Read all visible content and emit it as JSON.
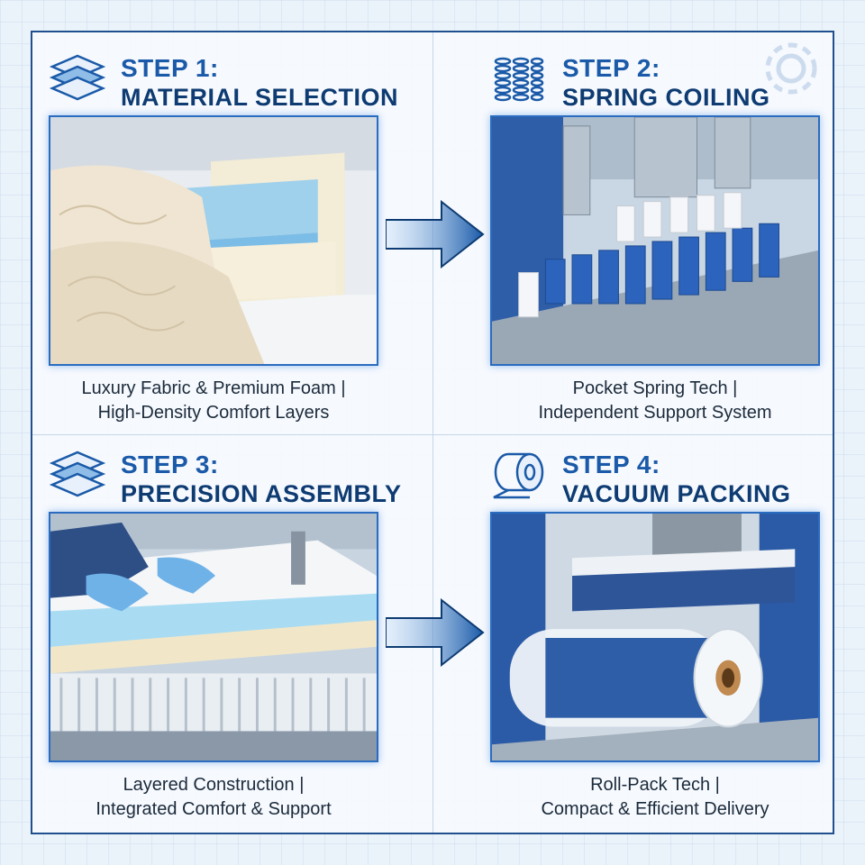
{
  "steps": [
    {
      "step": "STEP 1:",
      "name": "MATERIAL SELECTION",
      "caption_line1": "Luxury Fabric & Premium Foam |",
      "caption_line2": "High-Density Comfort Layers",
      "icon": "layers-icon"
    },
    {
      "step": "STEP 2:",
      "name": "SPRING COILING",
      "caption_line1": "Pocket Spring Tech |",
      "caption_line2": "Independent Support System",
      "icon": "springs-icon"
    },
    {
      "step": "STEP 3:",
      "name": "PRECISION ASSEMBLY",
      "caption_line1": "Layered Construction |",
      "caption_line2": "Integrated Comfort & Support",
      "icon": "layers-icon"
    },
    {
      "step": "STEP 4:",
      "name": "VACUUM PACKING",
      "caption_line1": "Roll-Pack Tech |",
      "caption_line2": "Compact & Efficient Delivery",
      "icon": "roll-icon"
    }
  ],
  "colors": {
    "primary": "#0d3b72",
    "accent": "#1a5aa8",
    "glow": "#2a6cc0"
  }
}
